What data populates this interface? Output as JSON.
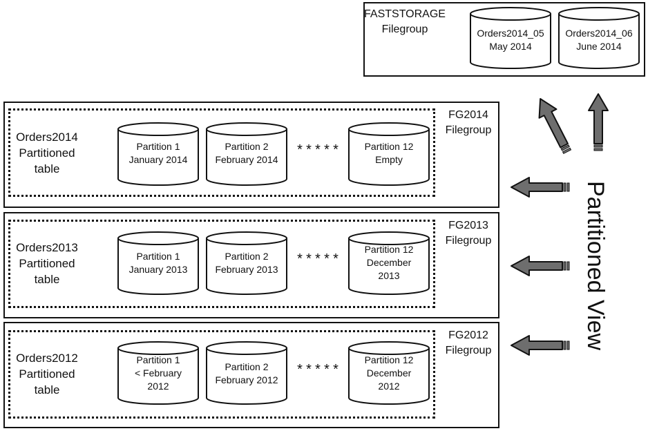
{
  "faststorage": {
    "title_line1": "FASTSTORAGE",
    "title_line2": "Filegroup",
    "cylinders": [
      {
        "line1": "Orders2014_05",
        "line2": "May 2014"
      },
      {
        "line1": "Orders2014_06",
        "line2": "June 2014"
      }
    ]
  },
  "rows": [
    {
      "table_line1": "Orders2014",
      "table_line2": "Partitioned",
      "table_line3": "table",
      "fg_line1": "FG2014",
      "fg_line2": "Filegroup",
      "separator": "*****",
      "partitions": [
        {
          "line1": "Partition 1",
          "line2": "January 2014",
          "line3": ""
        },
        {
          "line1": "Partition 2",
          "line2": "February 2014",
          "line3": ""
        },
        {
          "line1": "Partition 12",
          "line2": "Empty",
          "line3": ""
        }
      ]
    },
    {
      "table_line1": "Orders2013",
      "table_line2": "Partitioned",
      "table_line3": "table",
      "fg_line1": "FG2013",
      "fg_line2": "Filegroup",
      "separator": "*****",
      "partitions": [
        {
          "line1": "Partition 1",
          "line2": "January 2013",
          "line3": ""
        },
        {
          "line1": "Partition 2",
          "line2": "February 2013",
          "line3": ""
        },
        {
          "line1": "Partition 12",
          "line2": "December",
          "line3": "2013"
        }
      ]
    },
    {
      "table_line1": "Orders2012",
      "table_line2": "Partitioned",
      "table_line3": "table",
      "fg_line1": "FG2012",
      "fg_line2": "Filegroup",
      "separator": "*****",
      "partitions": [
        {
          "line1": "Partition 1",
          "line2": "< February",
          "line3": "2012"
        },
        {
          "line1": "Partition 2",
          "line2": "February 2012",
          "line3": ""
        },
        {
          "line1": "Partition 12",
          "line2": "December",
          "line3": "2012"
        }
      ]
    }
  ],
  "view_label": "Partitioned View",
  "colors": {
    "arrow_fill": "#6e6e6e",
    "stroke": "#111111"
  }
}
